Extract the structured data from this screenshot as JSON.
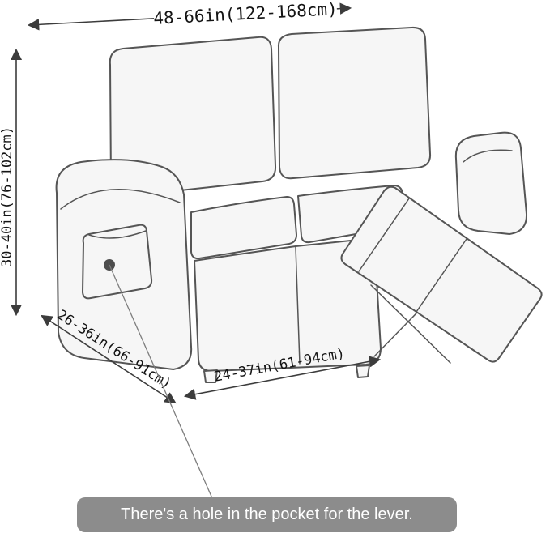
{
  "diagram": {
    "dimensions": {
      "top_width": "48-66in(122-168cm)",
      "left_height": "30-40in(76-102cm)",
      "left_depth": "26-36in(66-91cm)",
      "seat_width": "24-37in(61-94cm)"
    },
    "tooltip_text": "There's a hole in the pocket for the lever.",
    "colors": {
      "outline": "#555555",
      "sofa_fill": "#f6f6f6",
      "dimension_text": "#141414",
      "tooltip_bg": "#8c8c8c",
      "tooltip_text_color": "#ffffff"
    }
  }
}
